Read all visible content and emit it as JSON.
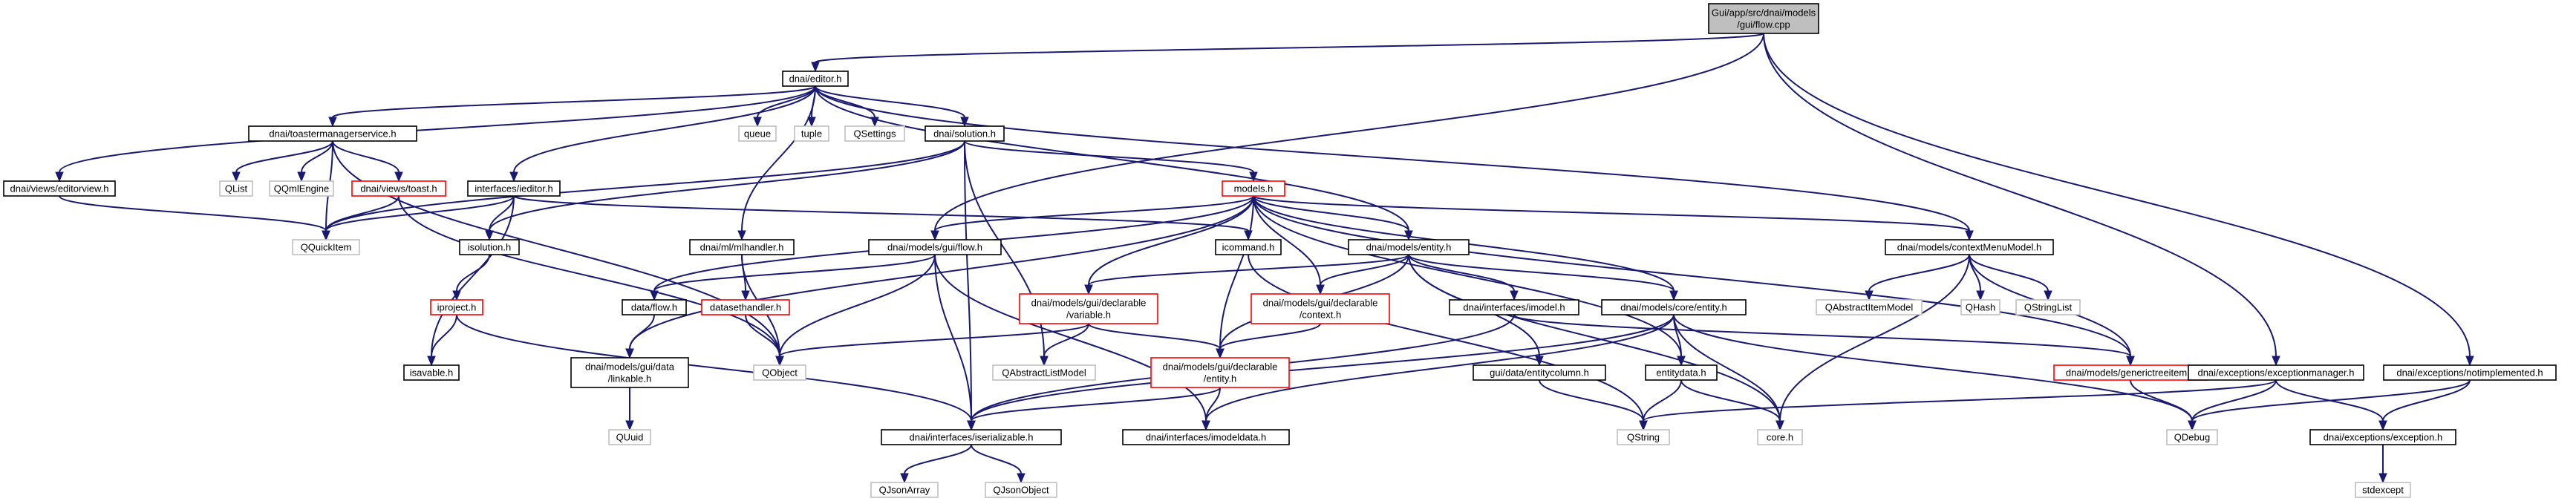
{
  "diagram": {
    "type": "include-dependency-graph",
    "colors": {
      "root_fill": "#bfbfbf",
      "node_border_documented": "#000000",
      "node_border_truncated": "#ff0000",
      "node_border_external": "#bfbfbf",
      "edge": "#191970"
    },
    "nodes": [
      {
        "id": "root",
        "kind": "root",
        "lines": [
          "Gui/app/src/dnai/models",
          "/gui/flow.cpp"
        ]
      },
      {
        "id": "editor",
        "kind": "normal",
        "lines": [
          "dnai/editor.h"
        ]
      },
      {
        "id": "toastmanagerservice",
        "kind": "normal",
        "lines": [
          "dnai/toastermanagerservice.h"
        ]
      },
      {
        "id": "editorview",
        "kind": "normal",
        "lines": [
          "dnai/views/editorview.h"
        ]
      },
      {
        "id": "queue",
        "kind": "external",
        "lines": [
          "queue"
        ]
      },
      {
        "id": "tuple",
        "kind": "external",
        "lines": [
          "tuple"
        ]
      },
      {
        "id": "qsettings",
        "kind": "external",
        "lines": [
          "QSettings"
        ]
      },
      {
        "id": "solution",
        "kind": "normal",
        "lines": [
          "dnai/solution.h"
        ]
      },
      {
        "id": "qlist",
        "kind": "external",
        "lines": [
          "QList"
        ]
      },
      {
        "id": "qqmlengine",
        "kind": "external",
        "lines": [
          "QQmlEngine"
        ]
      },
      {
        "id": "toast",
        "kind": "truncated",
        "lines": [
          "dnai/views/toast.h"
        ]
      },
      {
        "id": "ieditor",
        "kind": "normal",
        "lines": [
          "interfaces/ieditor.h"
        ]
      },
      {
        "id": "qquickitem",
        "kind": "external",
        "lines": [
          "QQuickItem"
        ]
      },
      {
        "id": "models",
        "kind": "truncated",
        "lines": [
          "models.h"
        ]
      },
      {
        "id": "isolution",
        "kind": "normal",
        "lines": [
          "isolution.h"
        ]
      },
      {
        "id": "mlhandler",
        "kind": "normal",
        "lines": [
          "dnai/ml/mlhandler.h"
        ]
      },
      {
        "id": "guiflow",
        "kind": "normal",
        "lines": [
          "dnai/models/gui/flow.h"
        ]
      },
      {
        "id": "icommand",
        "kind": "normal",
        "lines": [
          "icommand.h"
        ]
      },
      {
        "id": "entity",
        "kind": "normal",
        "lines": [
          "dnai/models/entity.h"
        ]
      },
      {
        "id": "contextmenumodel",
        "kind": "normal",
        "lines": [
          "dnai/models/contextMenuModel.h"
        ]
      },
      {
        "id": "iproject",
        "kind": "truncated",
        "lines": [
          "iproject.h"
        ]
      },
      {
        "id": "dataflow",
        "kind": "normal",
        "lines": [
          "data/flow.h"
        ]
      },
      {
        "id": "datasethandler",
        "kind": "truncated",
        "lines": [
          "datasethandler.h"
        ]
      },
      {
        "id": "variable",
        "kind": "truncated",
        "lines": [
          "dnai/models/gui/declarable",
          "/variable.h"
        ]
      },
      {
        "id": "context",
        "kind": "truncated",
        "lines": [
          "dnai/models/gui/declarable",
          "/context.h"
        ]
      },
      {
        "id": "imodel",
        "kind": "normal",
        "lines": [
          "dnai/interfaces/imodel.h"
        ]
      },
      {
        "id": "coreentity",
        "kind": "normal",
        "lines": [
          "dnai/models/core/entity.h"
        ]
      },
      {
        "id": "qabstractitemmodel",
        "kind": "external",
        "lines": [
          "QAbstractItemModel"
        ]
      },
      {
        "id": "qhash",
        "kind": "external",
        "lines": [
          "QHash"
        ]
      },
      {
        "id": "qstringlist",
        "kind": "external",
        "lines": [
          "QStringList"
        ]
      },
      {
        "id": "isavable",
        "kind": "normal",
        "lines": [
          "isavable.h"
        ]
      },
      {
        "id": "linkable",
        "kind": "normal",
        "lines": [
          "dnai/models/gui/data",
          "/linkable.h"
        ]
      },
      {
        "id": "qobject",
        "kind": "external",
        "lines": [
          "QObject"
        ]
      },
      {
        "id": "qabstractlistmodel",
        "kind": "external",
        "lines": [
          "QAbstractListModel"
        ]
      },
      {
        "id": "declentity",
        "kind": "truncated",
        "lines": [
          "dnai/models/gui/declarable",
          "/entity.h"
        ]
      },
      {
        "id": "entitycolumn",
        "kind": "normal",
        "lines": [
          "gui/data/entitycolumn.h"
        ]
      },
      {
        "id": "entitydata",
        "kind": "normal",
        "lines": [
          "entitydata.h"
        ]
      },
      {
        "id": "genericitem",
        "kind": "truncated",
        "lines": [
          "dnai/models/generictreeitem.h"
        ]
      },
      {
        "id": "exmanager",
        "kind": "normal",
        "lines": [
          "dnai/exceptions/exceptionmanager.h"
        ]
      },
      {
        "id": "notimpl",
        "kind": "normal",
        "lines": [
          "dnai/exceptions/notimplemented.h"
        ]
      },
      {
        "id": "quuid",
        "kind": "external",
        "lines": [
          "QUuid"
        ]
      },
      {
        "id": "iserializable",
        "kind": "normal",
        "lines": [
          "dnai/interfaces/iserializable.h"
        ]
      },
      {
        "id": "imodeldata",
        "kind": "normal",
        "lines": [
          "dnai/interfaces/imodeldata.h"
        ]
      },
      {
        "id": "qstring",
        "kind": "external",
        "lines": [
          "QString"
        ]
      },
      {
        "id": "core",
        "kind": "external",
        "lines": [
          "core.h"
        ]
      },
      {
        "id": "qdebug",
        "kind": "external",
        "lines": [
          "QDebug"
        ]
      },
      {
        "id": "exception",
        "kind": "normal",
        "lines": [
          "dnai/exceptions/exception.h"
        ]
      },
      {
        "id": "qjsonarray",
        "kind": "external",
        "lines": [
          "QJsonArray"
        ]
      },
      {
        "id": "qjsonobject",
        "kind": "external",
        "lines": [
          "QJsonObject"
        ]
      },
      {
        "id": "stdexcept",
        "kind": "external",
        "lines": [
          "stdexcept"
        ]
      }
    ],
    "edges": [
      [
        "root",
        "editor"
      ],
      [
        "root",
        "guiflow"
      ],
      [
        "root",
        "exmanager"
      ],
      [
        "root",
        "notimpl"
      ],
      [
        "editor",
        "toastmanagerservice"
      ],
      [
        "editor",
        "editorview"
      ],
      [
        "editor",
        "queue"
      ],
      [
        "editor",
        "tuple"
      ],
      [
        "editor",
        "qsettings"
      ],
      [
        "editor",
        "solution"
      ],
      [
        "editor",
        "ieditor"
      ],
      [
        "editor",
        "mlhandler"
      ],
      [
        "editor",
        "entity"
      ],
      [
        "editor",
        "contextmenumodel"
      ],
      [
        "toastmanagerservice",
        "qlist"
      ],
      [
        "toastmanagerservice",
        "qqmlengine"
      ],
      [
        "toastmanagerservice",
        "toast"
      ],
      [
        "toastmanagerservice",
        "qquickitem"
      ],
      [
        "toastmanagerservice",
        "qobject"
      ],
      [
        "editorview",
        "qquickitem"
      ],
      [
        "solution",
        "qquickitem"
      ],
      [
        "solution",
        "models"
      ],
      [
        "solution",
        "isolution"
      ],
      [
        "solution",
        "iserializable"
      ],
      [
        "solution",
        "qabstractlistmodel"
      ],
      [
        "toast",
        "qquickitem"
      ],
      [
        "toast",
        "qobject"
      ],
      [
        "ieditor",
        "qquickitem"
      ],
      [
        "ieditor",
        "isolution"
      ],
      [
        "ieditor",
        "icommand"
      ],
      [
        "ieditor",
        "isavable"
      ],
      [
        "models",
        "guiflow"
      ],
      [
        "models",
        "entity"
      ],
      [
        "models",
        "contextmenumodel"
      ],
      [
        "models",
        "dataflow"
      ],
      [
        "models",
        "variable"
      ],
      [
        "models",
        "context"
      ],
      [
        "models",
        "declentity"
      ],
      [
        "models",
        "coreentity"
      ],
      [
        "models",
        "linkable"
      ],
      [
        "models",
        "genericitem"
      ],
      [
        "models",
        "entitydata"
      ],
      [
        "isolution",
        "iproject"
      ],
      [
        "mlhandler",
        "datasethandler"
      ],
      [
        "mlhandler",
        "qobject"
      ],
      [
        "guiflow",
        "dataflow"
      ],
      [
        "guiflow",
        "qobject"
      ],
      [
        "guiflow",
        "iserializable"
      ],
      [
        "guiflow",
        "imodeldata"
      ],
      [
        "icommand",
        "qstring"
      ],
      [
        "entity",
        "variable"
      ],
      [
        "entity",
        "context"
      ],
      [
        "entity",
        "imodel"
      ],
      [
        "entity",
        "coreentity"
      ],
      [
        "entity",
        "declentity"
      ],
      [
        "entity",
        "entitycolumn"
      ],
      [
        "entity",
        "core"
      ],
      [
        "contextmenumodel",
        "qabstractitemmodel"
      ],
      [
        "contextmenumodel",
        "qhash"
      ],
      [
        "contextmenumodel",
        "qstringlist"
      ],
      [
        "contextmenumodel",
        "genericitem"
      ],
      [
        "contextmenumodel",
        "core"
      ],
      [
        "iproject",
        "isavable"
      ],
      [
        "iproject",
        "iserializable"
      ],
      [
        "dataflow",
        "linkable"
      ],
      [
        "datasethandler",
        "qobject"
      ],
      [
        "variable",
        "qobject"
      ],
      [
        "variable",
        "qabstractlistmodel"
      ],
      [
        "variable",
        "declentity"
      ],
      [
        "context",
        "declentity"
      ],
      [
        "imodel",
        "iserializable"
      ],
      [
        "imodel",
        "genericitem"
      ],
      [
        "coreentity",
        "entitydata"
      ],
      [
        "coreentity",
        "core"
      ],
      [
        "coreentity",
        "iserializable"
      ],
      [
        "coreentity",
        "imodeldata"
      ],
      [
        "coreentity",
        "qdebug"
      ],
      [
        "declentity",
        "iserializable"
      ],
      [
        "declentity",
        "imodeldata"
      ],
      [
        "entitycolumn",
        "qstring"
      ],
      [
        "entitydata",
        "qstring"
      ],
      [
        "entitydata",
        "core"
      ],
      [
        "genericitem",
        "qdebug"
      ],
      [
        "linkable",
        "quuid"
      ],
      [
        "exmanager",
        "qstring"
      ],
      [
        "exmanager",
        "qdebug"
      ],
      [
        "exmanager",
        "exception"
      ],
      [
        "notimpl",
        "qdebug"
      ],
      [
        "notimpl",
        "exception"
      ],
      [
        "exception",
        "stdexcept"
      ],
      [
        "iserializable",
        "qjsonarray"
      ],
      [
        "iserializable",
        "qjsonobject"
      ]
    ]
  }
}
